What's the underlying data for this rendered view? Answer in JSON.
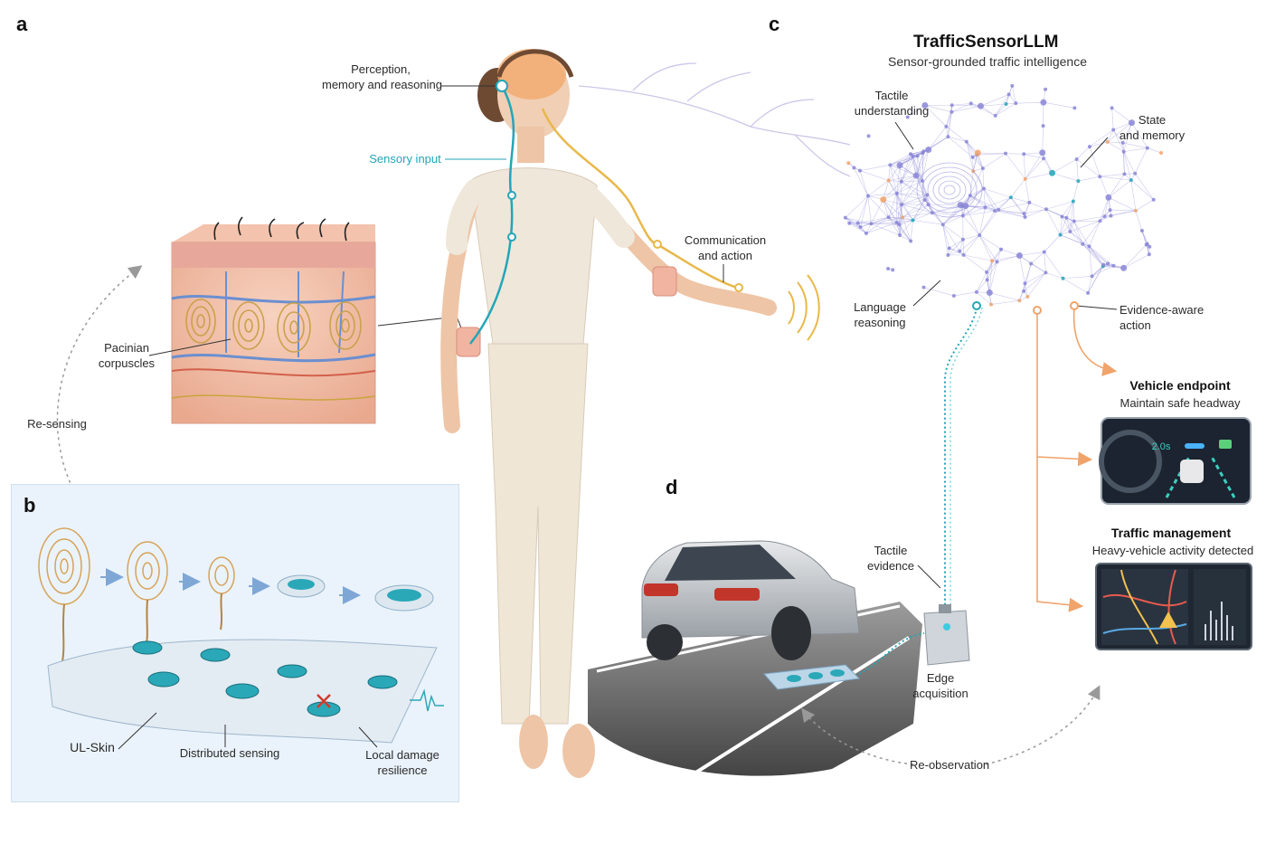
{
  "panels": {
    "a": {
      "letter": "a"
    },
    "b": {
      "letter": "b"
    },
    "c": {
      "letter": "c"
    },
    "d": {
      "letter": "d"
    }
  },
  "human": {
    "perception_line1": "Perception,",
    "perception_line2": "memory and reasoning",
    "sensory_input": "Sensory input",
    "communication_line1": "Communication",
    "communication_line2": "and action",
    "pacinian_line1": "Pacinian",
    "pacinian_line2": "corpuscles",
    "re_sensing": "Re-sensing"
  },
  "skin": {
    "ul_skin": "UL-Skin",
    "distributed_sensing": "Distributed sensing",
    "damage_line1": "Local damage",
    "damage_line2": "resilience"
  },
  "llm": {
    "title": "TrafficSensorLLM",
    "subtitle": "Sensor-grounded traffic intelligence",
    "tactile_line1": "Tactile",
    "tactile_line2": "understanding",
    "state_line1": "State",
    "state_line2": "and memory",
    "language_line1": "Language",
    "language_line2": "reasoning",
    "evidence_line1": "Evidence-aware",
    "evidence_line2": "action"
  },
  "outputs": {
    "vehicle_title": "Vehicle endpoint",
    "vehicle_sub": "Maintain safe headway",
    "headway_value": "2.0s",
    "traffic_title": "Traffic management",
    "traffic_sub": "Heavy-vehicle activity detected"
  },
  "road": {
    "tactile_evidence_line1": "Tactile",
    "tactile_evidence_line2": "evidence",
    "edge_line1": "Edge",
    "edge_line2": "acquisition",
    "re_observation": "Re-observation"
  },
  "colors": {
    "sensory": "#22a6b8",
    "action": "#e8b84a",
    "output": "#f0a36a",
    "network": "#8a86d6"
  }
}
